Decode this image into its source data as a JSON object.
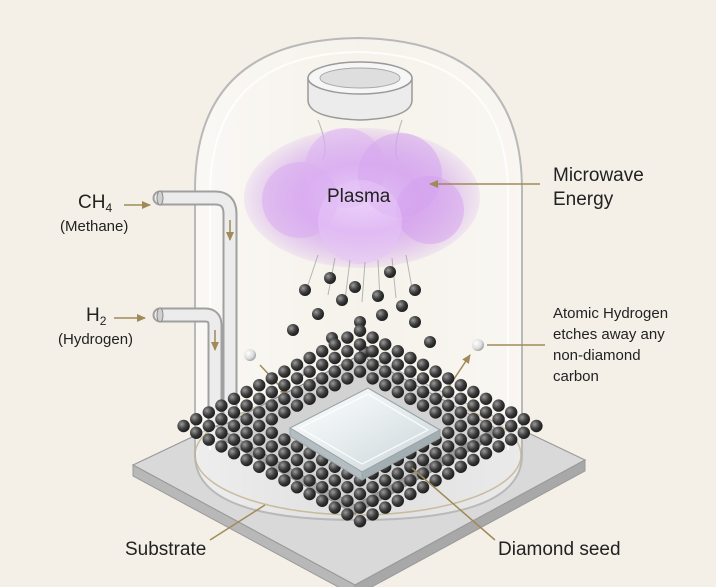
{
  "labels": {
    "ch4_formula": "CH",
    "ch4_subscript": "4",
    "ch4_name": "(Methane)",
    "h2_formula": "H",
    "h2_subscript": "2",
    "h2_name": "(Hydrogen)",
    "plasma": "Plasma",
    "microwave_line1": "Microwave",
    "microwave_line2": "Energy",
    "atomic_line1": "Atomic Hydrogen",
    "atomic_line2": "etches away any",
    "atomic_line3": "non-diamond",
    "atomic_line4": "carbon",
    "substrate": "Substrate",
    "diamond_seed": "Diamond seed"
  },
  "colors": {
    "background": "#f4f0e8",
    "plasma": "#c58ae6",
    "arrow": "#a08a58",
    "carbon_atom": "#3c3c3c",
    "hydrogen_atom": "#eeeeee",
    "text": "#222222"
  }
}
